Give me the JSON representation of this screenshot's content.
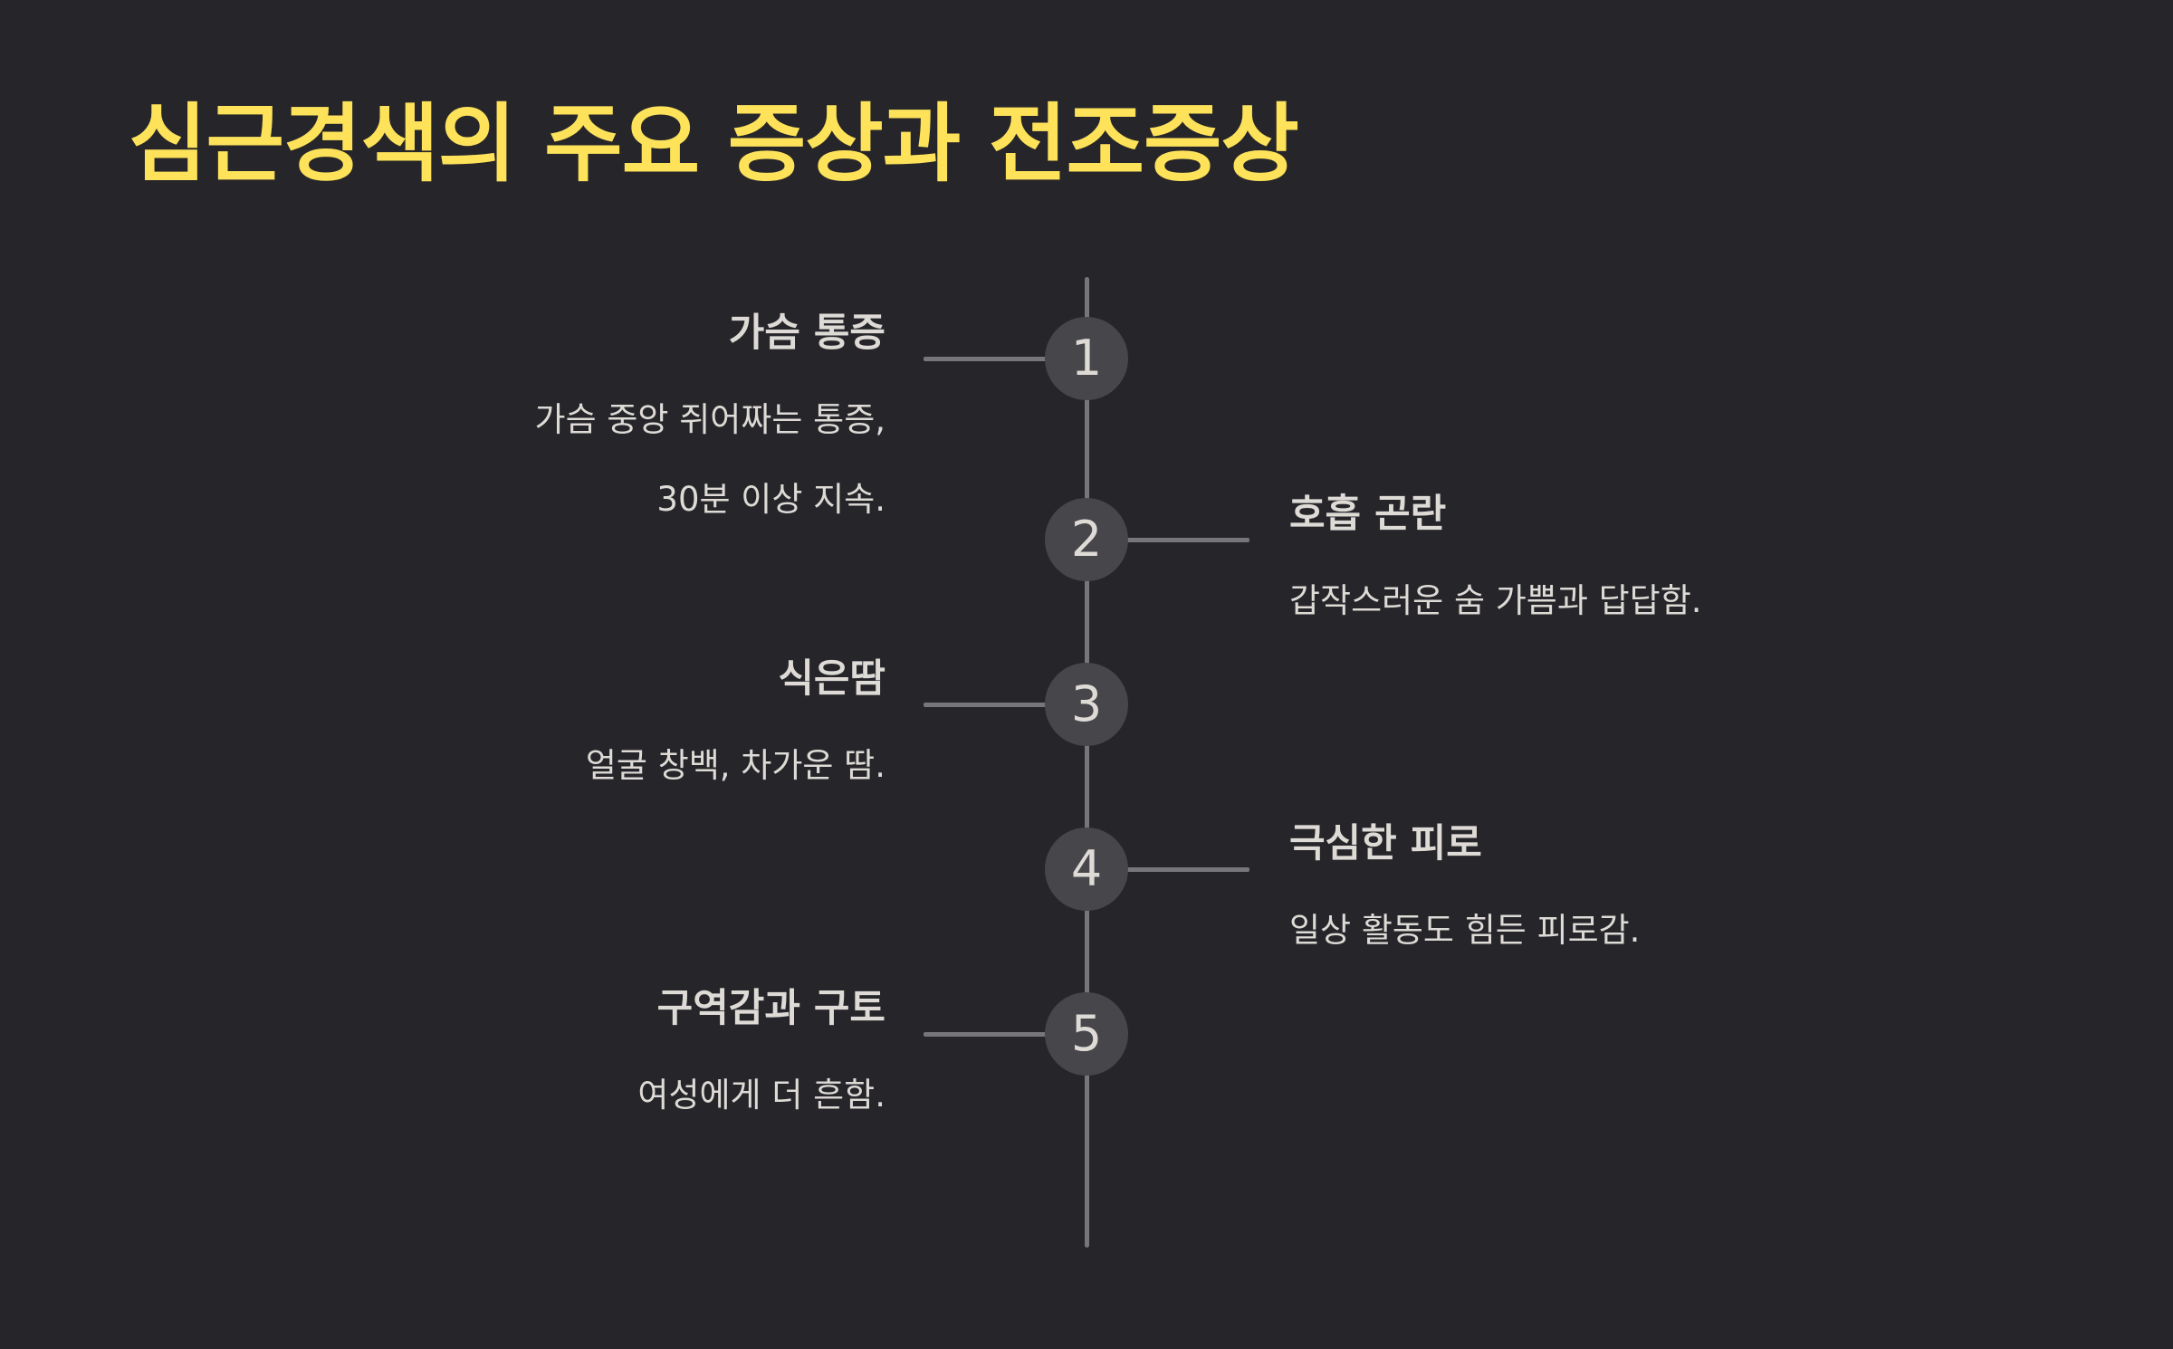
{
  "title": "심근경색의 주요 증상과 전조증상",
  "colors": {
    "background": "#26262a",
    "title": "#fde25a",
    "line": "#77767a",
    "node": "#47464b",
    "text": "#dedbd7"
  },
  "items": [
    {
      "number": "1",
      "title": "가슴 통증",
      "description": [
        "가슴 중앙 쥐어짜는 통증,",
        "30분 이상 지속."
      ],
      "side": "left"
    },
    {
      "number": "2",
      "title": "호흡 곤란",
      "description": [
        "갑작스러운 숨 가쁨과 답답함."
      ],
      "side": "right"
    },
    {
      "number": "3",
      "title": "식은땀",
      "description": [
        "얼굴 창백, 차가운 땀."
      ],
      "side": "left"
    },
    {
      "number": "4",
      "title": "극심한 피로",
      "description": [
        "일상 활동도 힘든 피로감."
      ],
      "side": "right"
    },
    {
      "number": "5",
      "title": "구역감과 구토",
      "description": [
        "여성에게 더 흔함."
      ],
      "side": "left"
    }
  ]
}
